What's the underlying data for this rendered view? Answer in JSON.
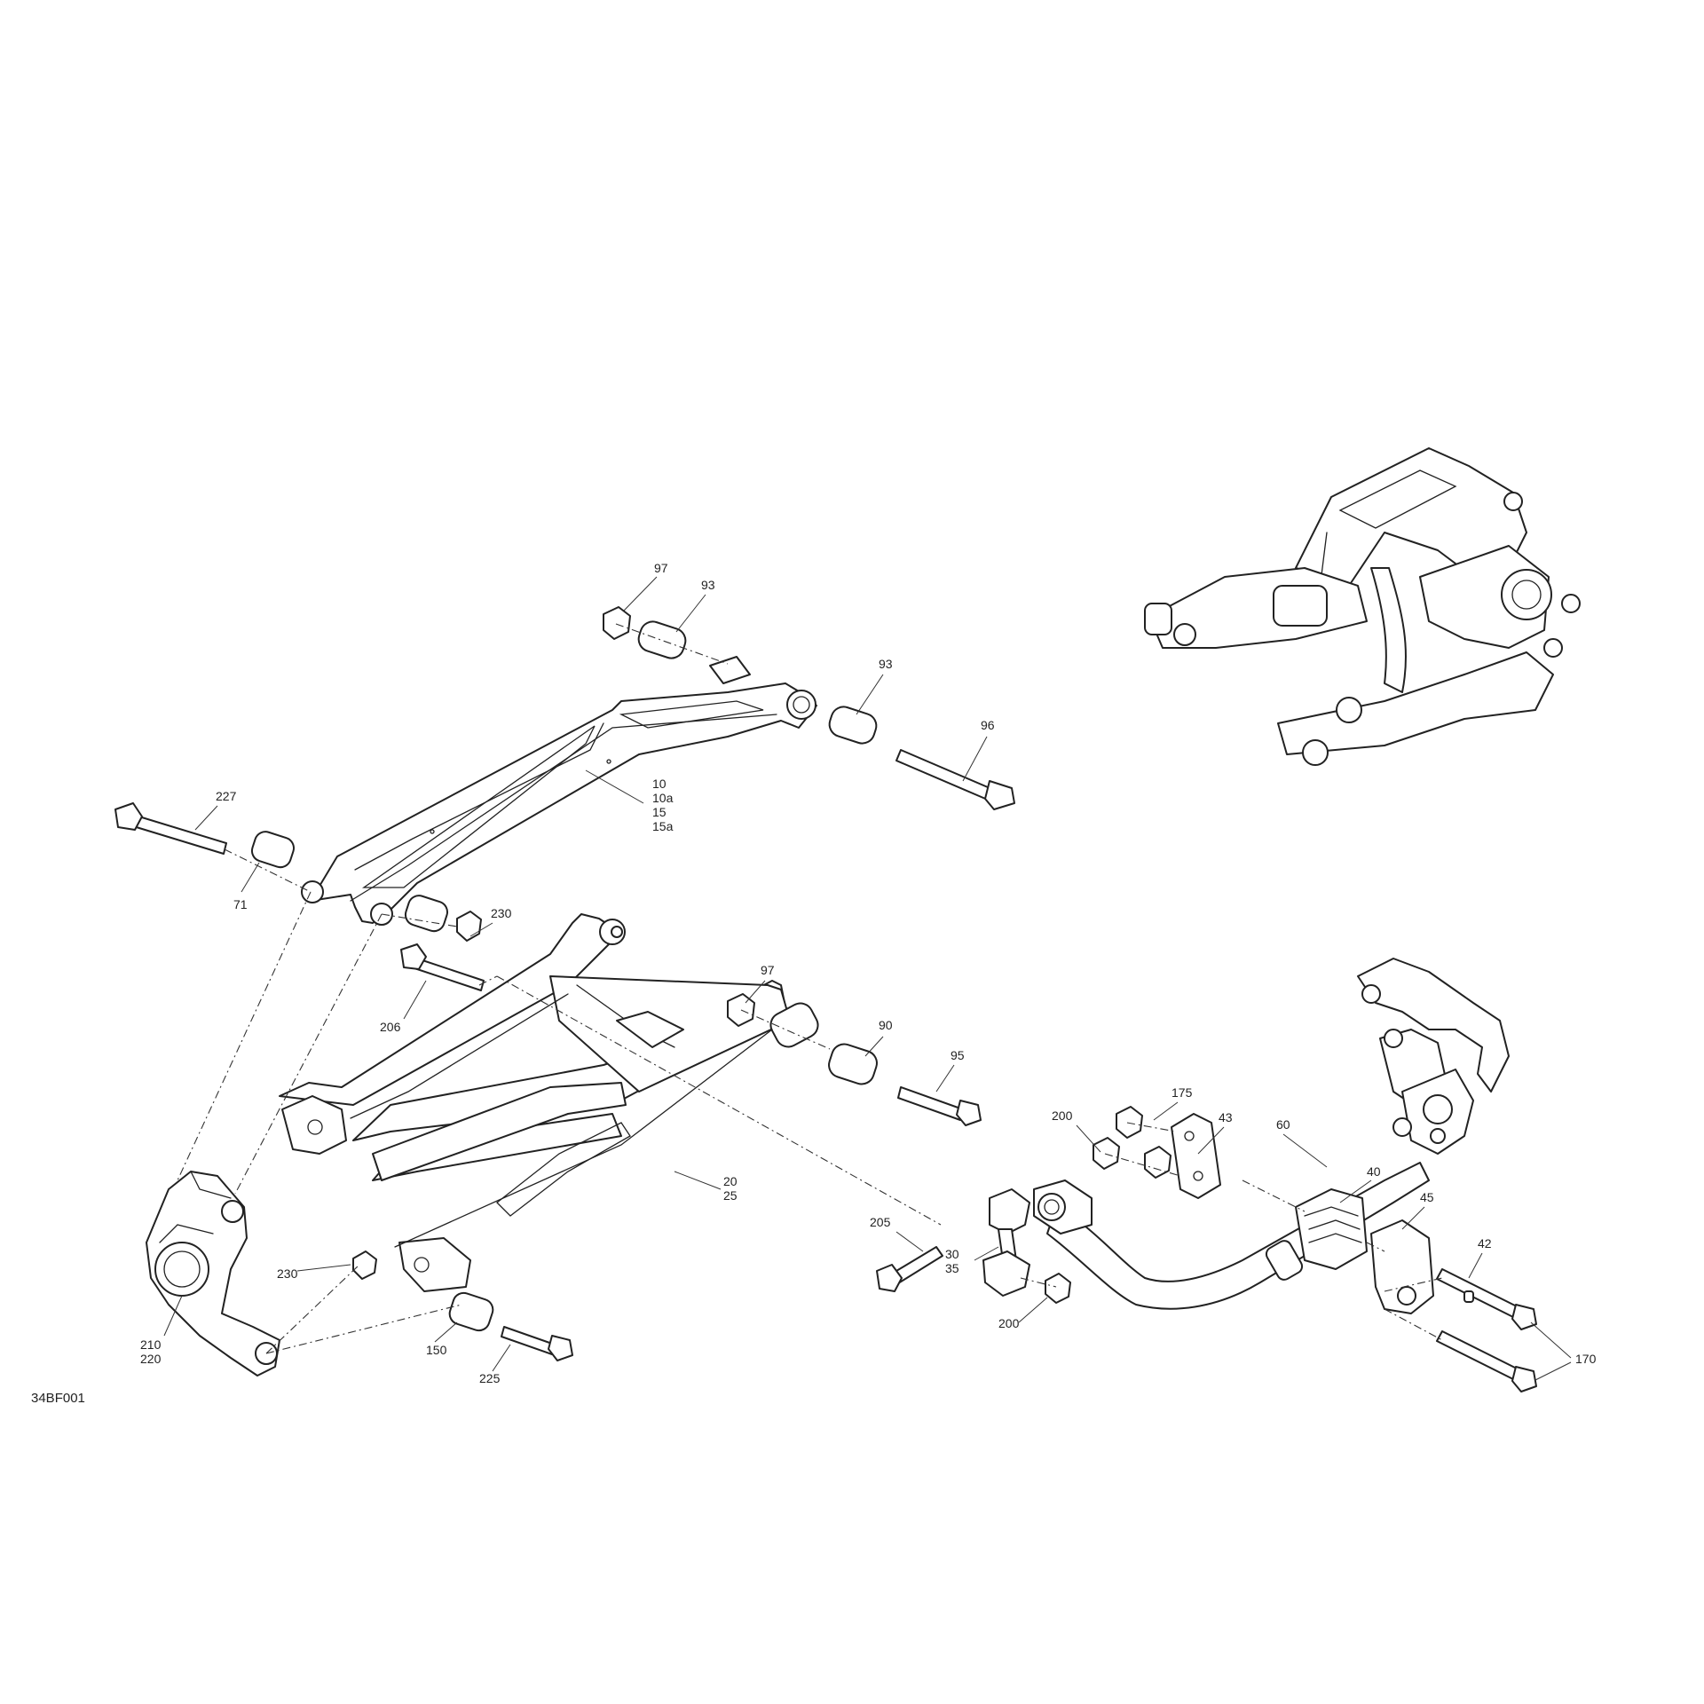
{
  "diagram": {
    "reference_code": "34BF001",
    "callouts": {
      "c97a": "97",
      "c93a": "93",
      "c93b": "93",
      "c96": "96",
      "c10": "10",
      "c10a": "10a",
      "c15": "15",
      "c15a": "15a",
      "c227": "227",
      "c71": "71",
      "c230a": "230",
      "c206": "206",
      "c97b": "97",
      "c90": "90",
      "c95": "95",
      "c20": "20",
      "c25": "25",
      "c230b": "230",
      "c210": "210",
      "c220": "220",
      "c150": "150",
      "c225": "225",
      "c175": "175",
      "c43": "43",
      "c200a": "200",
      "c60": "60",
      "c40": "40",
      "c45": "45",
      "c42": "42",
      "c205": "205",
      "c30": "30",
      "c35": "35",
      "c200b": "200",
      "c170": "170"
    }
  }
}
